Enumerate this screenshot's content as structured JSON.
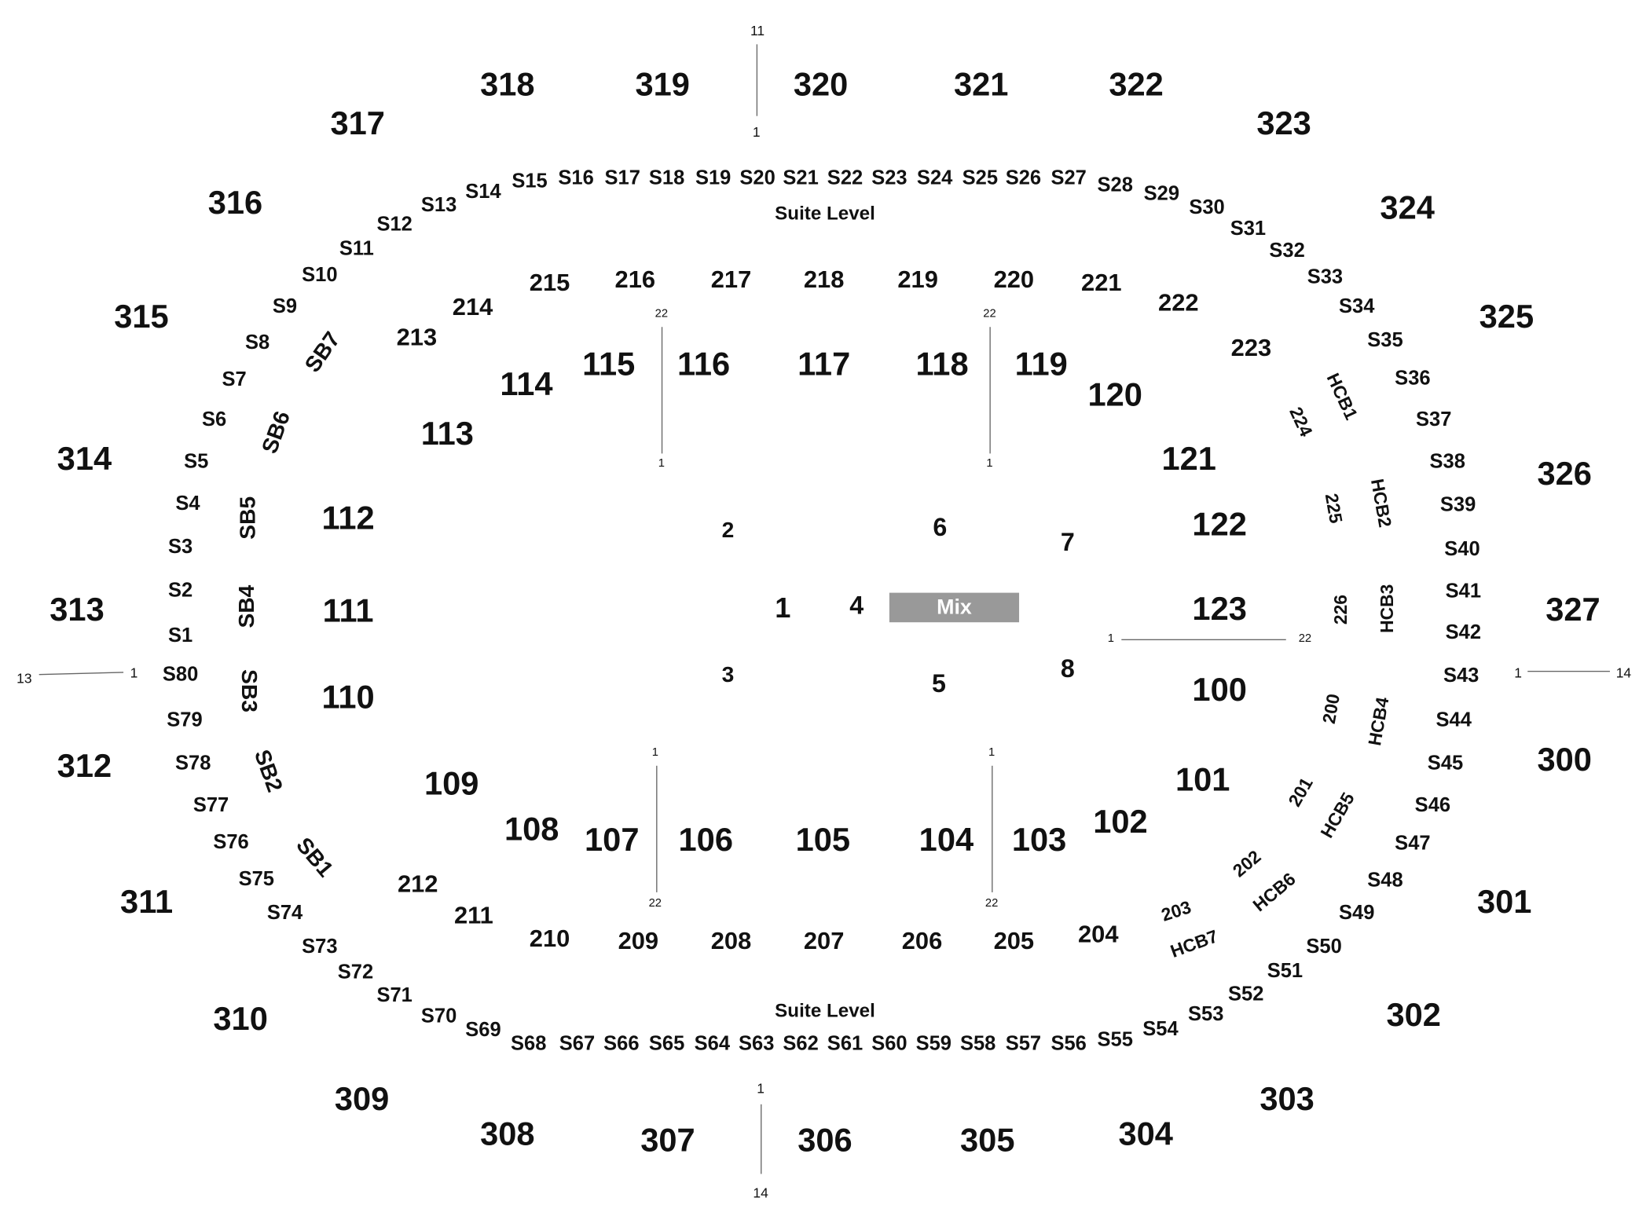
{
  "labels": {
    "upper": [
      "317",
      "318",
      "319",
      "320",
      "321",
      "322",
      "323",
      "316",
      "324",
      "315",
      "325",
      "314",
      "326",
      "313",
      "327",
      "312",
      "300",
      "311",
      "301",
      "310",
      "302",
      "309",
      "303",
      "308",
      "304",
      "307",
      "306",
      "305"
    ],
    "lower": [
      "115",
      "116",
      "117",
      "118",
      "119",
      "120",
      "114",
      "113",
      "121",
      "112",
      "122",
      "111",
      "123",
      "110",
      "100",
      "109",
      "101",
      "108",
      "102",
      "107",
      "106",
      "105",
      "104",
      "103"
    ],
    "club": [
      "215",
      "216",
      "217",
      "218",
      "219",
      "220",
      "221",
      "214",
      "222",
      "213",
      "223",
      "224",
      "225",
      "226",
      "200",
      "201",
      "202",
      "203",
      "212",
      "211",
      "210",
      "209",
      "208",
      "207",
      "206",
      "205",
      "204"
    ],
    "suites_top": [
      "S15",
      "S16",
      "S17",
      "S18",
      "S19",
      "S20",
      "S21",
      "S22",
      "S23",
      "S24",
      "S25",
      "S26",
      "S27",
      "S14",
      "S28",
      "S13",
      "S29",
      "S12",
      "S30",
      "S11",
      "S31",
      "S10",
      "S32",
      "S9",
      "S33",
      "S34",
      "S8",
      "S35",
      "S7",
      "S36",
      "S6",
      "S37",
      "S5",
      "S38",
      "S4",
      "S39",
      "S3",
      "S40",
      "S2",
      "S41",
      "S1",
      "S42",
      "S80",
      "S43"
    ],
    "suites_bottom": [
      "S79",
      "S44",
      "S78",
      "S45",
      "S77",
      "S46",
      "S76",
      "S47",
      "S75",
      "S48",
      "S74",
      "S49",
      "S73",
      "S50",
      "S72",
      "S51",
      "S71",
      "S52",
      "S70",
      "S53",
      "S69",
      "S54",
      "S68",
      "S67",
      "S66",
      "S65",
      "S64",
      "S63",
      "S62",
      "S61",
      "S60",
      "S59",
      "S58",
      "S57",
      "S56",
      "S55"
    ],
    "boxes": [
      "SB7",
      "SB6",
      "SB5",
      "SB4",
      "SB3",
      "SB2",
      "SB1"
    ],
    "hcb": [
      "HCB1",
      "HCB2",
      "HCB3",
      "HCB4",
      "HCB5",
      "HCB6",
      "HCB7"
    ],
    "floor": [
      "2",
      "6",
      "7",
      "1",
      "4",
      "3",
      "5",
      "8"
    ],
    "level": [
      "Suite Level",
      "Suite Level"
    ],
    "row_markers": [
      "11",
      "1",
      "22",
      "1",
      "22",
      "1",
      "1",
      "22",
      "13",
      "1",
      "1",
      "14",
      "1",
      "22",
      "1",
      "22",
      "1",
      "14"
    ],
    "mix": "Mix"
  }
}
